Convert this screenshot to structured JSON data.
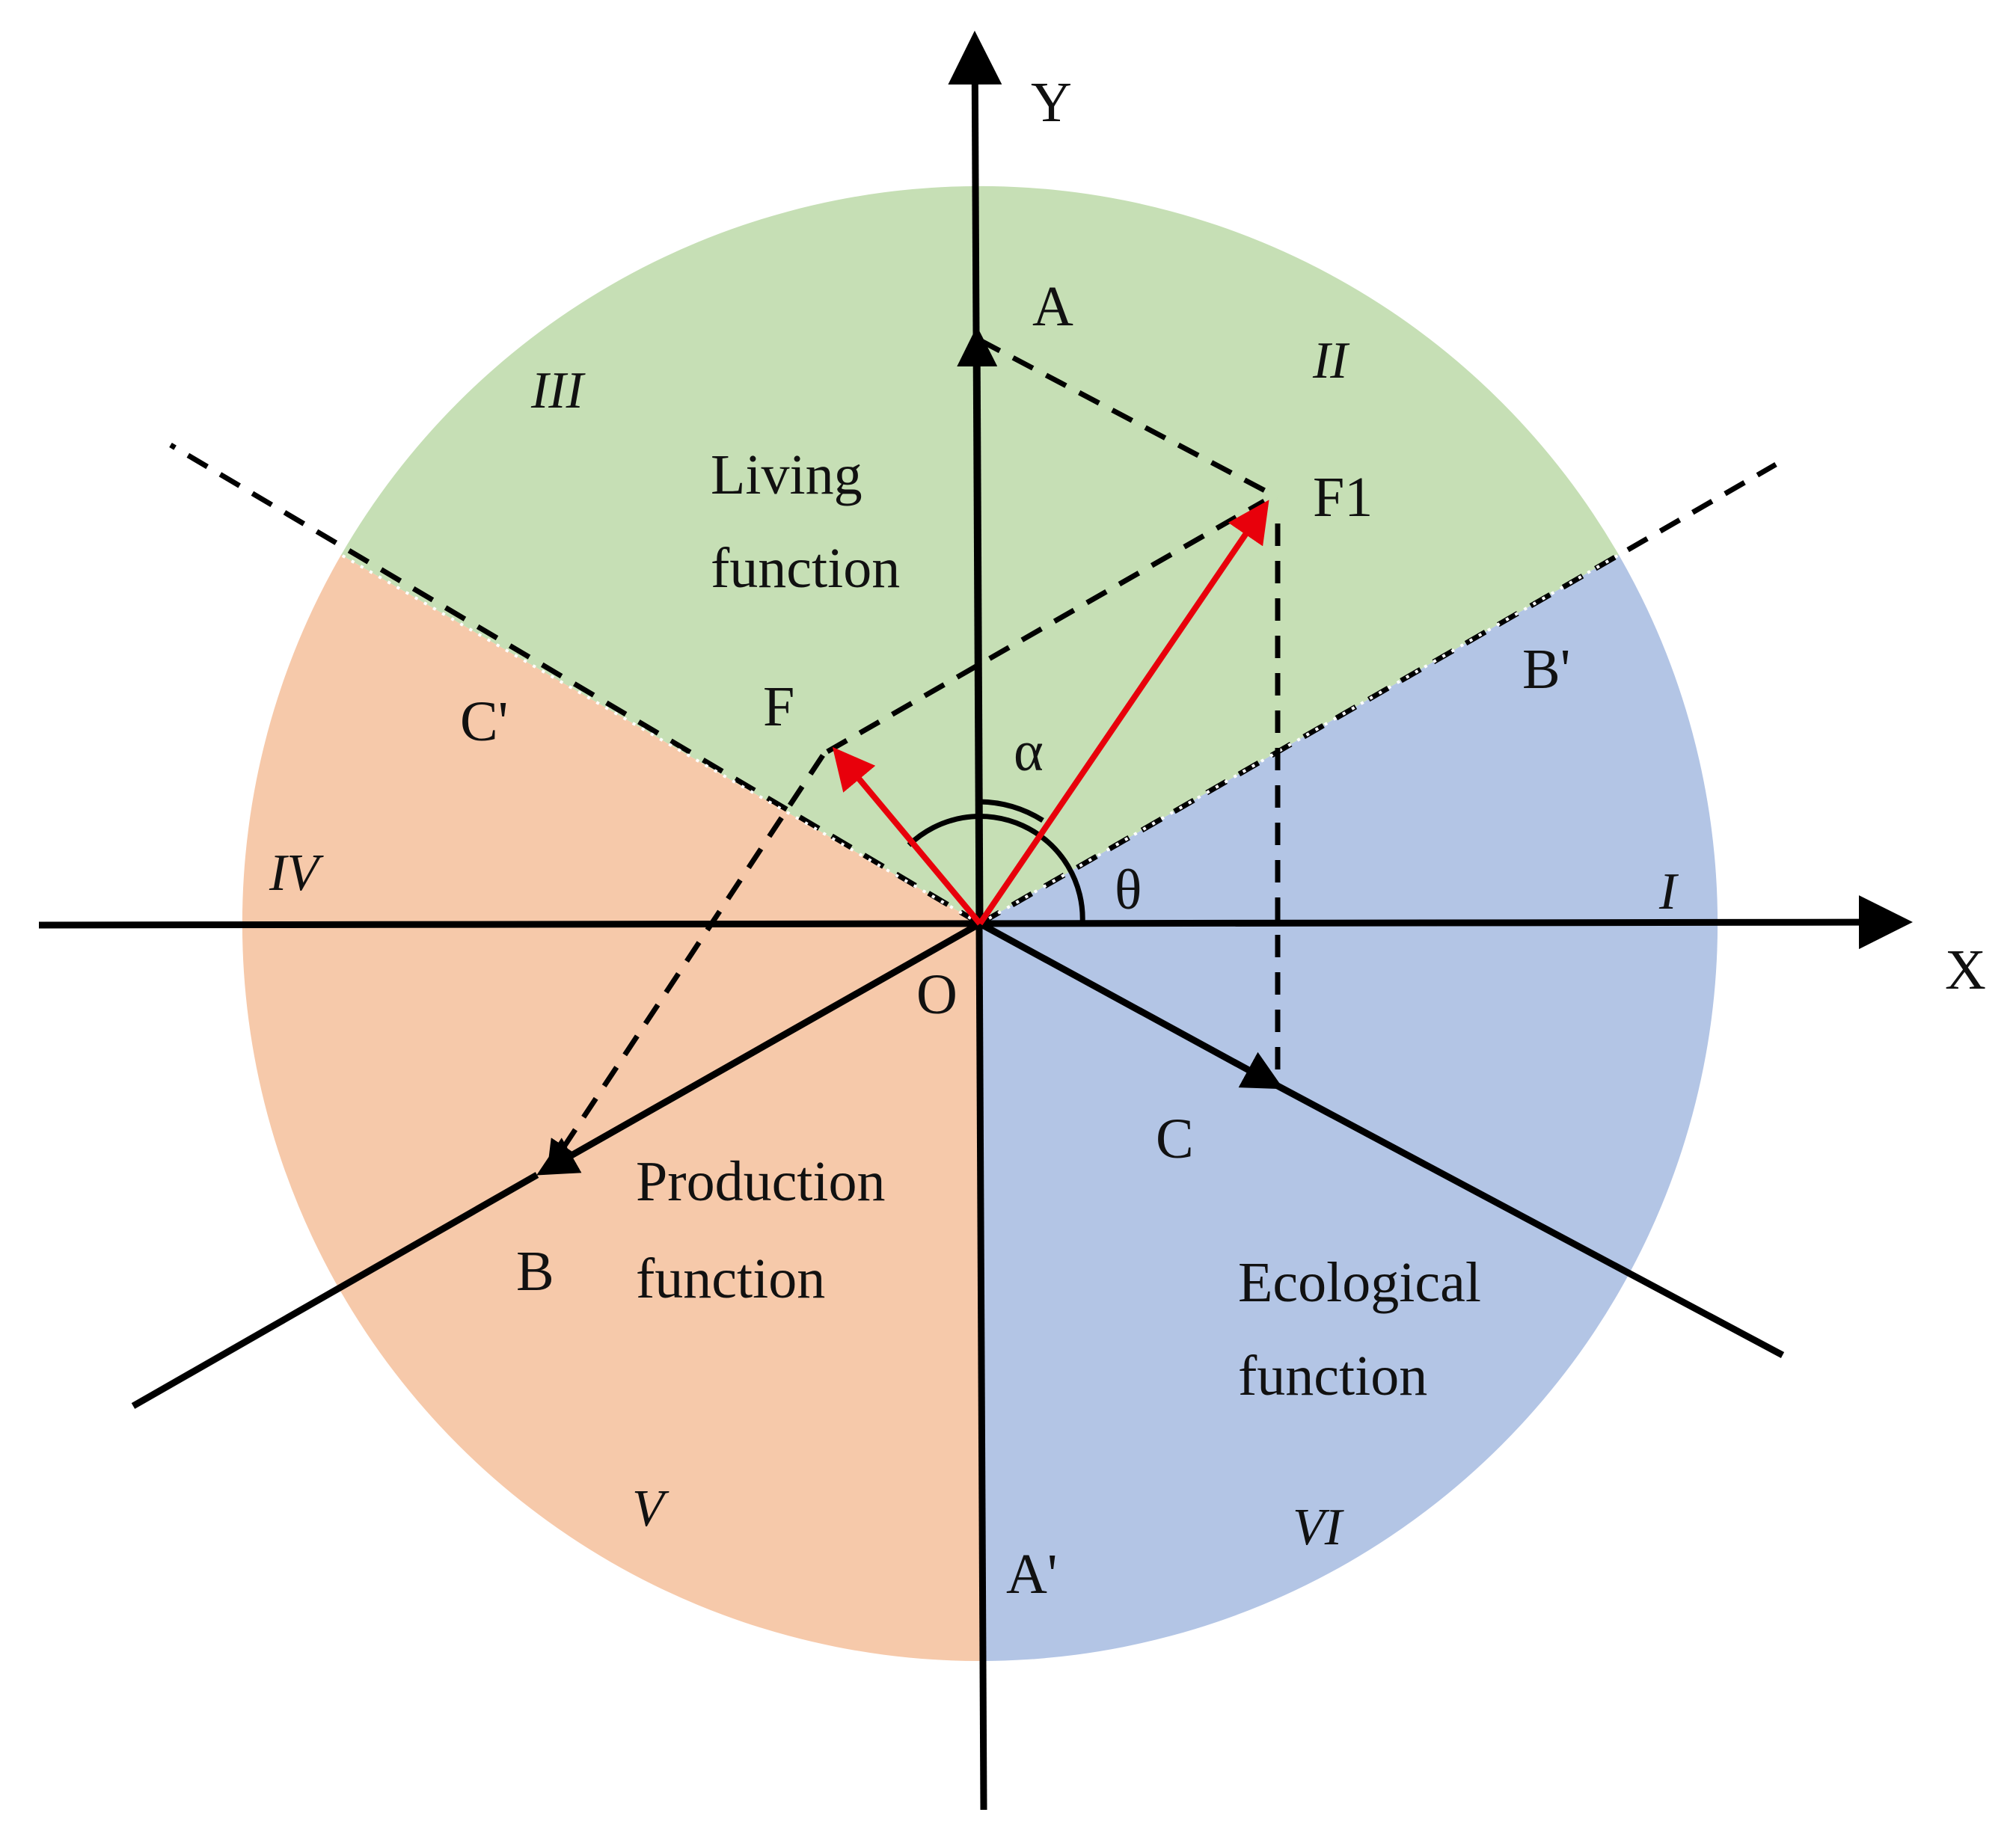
{
  "colors": {
    "living": "#c6dfb5",
    "production": "#f6c9aa",
    "ecological": "#b3c5e5",
    "vector": "#e8000b",
    "line": "#000000"
  },
  "axes": {
    "x": "X",
    "y": "Y"
  },
  "points": {
    "origin": "O",
    "A": "A",
    "A_prime": "A'",
    "B": "B",
    "B_prime": "B'",
    "C": "C",
    "C_prime": "C'",
    "F": "F",
    "F1": "F1"
  },
  "angles": {
    "alpha": "α",
    "theta": "θ"
  },
  "regions": {
    "living": {
      "line1": "Living",
      "line2": "function"
    },
    "production": {
      "line1": "Production",
      "line2": "function"
    },
    "ecological": {
      "line1": "Ecological",
      "line2": "function"
    }
  },
  "sectors": [
    "I",
    "II",
    "III",
    "IV",
    "V",
    "VI"
  ]
}
